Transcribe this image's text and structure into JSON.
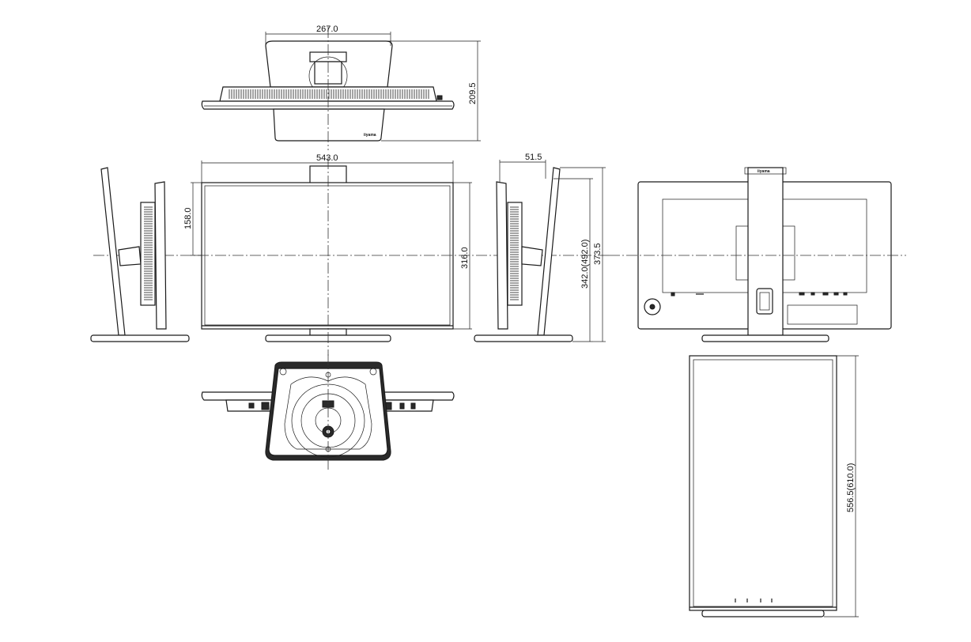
{
  "dimensions": {
    "top_depth_width": "267.0",
    "top_depth_height": "209.5",
    "front_width": "543.0",
    "front_top_offset": "158.0",
    "front_height": "316.0",
    "side_depth": "51.5",
    "side_height_range": "342.0(492.0)",
    "side_total_height": "373.5",
    "pivot_height": "556.5(610.0)"
  },
  "brand": {
    "logo_top": "iiyama",
    "logo_rear": "iiyama"
  }
}
